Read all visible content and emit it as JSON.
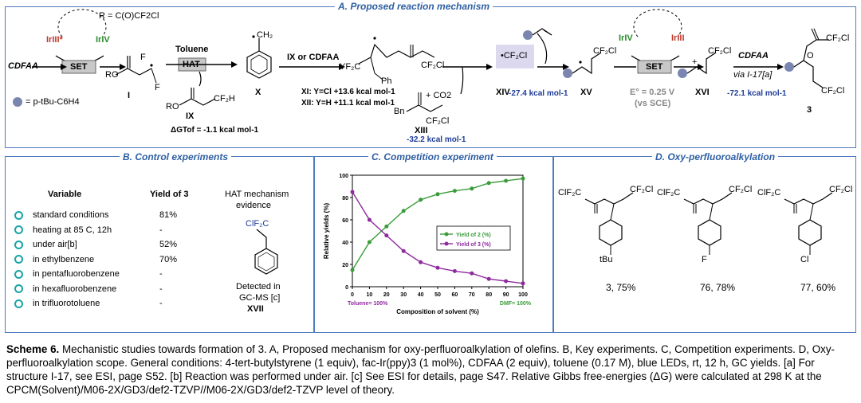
{
  "panelA": {
    "title": "A. Proposed reaction mechanism",
    "r_def": "R = C(O)CF2Cl",
    "cdfaa": "CDFAA",
    "ir3star": "IrIII*",
    "ir4": "IrIV",
    "set": "SET",
    "legend": "= p-tBu-C6H4",
    "label_I": "I",
    "toluene": "Toluene",
    "hat": "HAT",
    "label_IX": "IX",
    "label_X": "X",
    "dg": "ΔGTof = -1.1 kcal mol-1",
    "ix_or": "IX or CDFAA",
    "xi": "XI: Y=Cl +13.6 kcal mol-1",
    "xii": "XII: Y=H +11.1 kcal mol-1",
    "co2": "+ CO2",
    "label_XIII": "XIII",
    "xiii_e": "-32.2 kcal mol-1",
    "label_XIV": "XIV",
    "xiv_e": "-27.4 kcal mol-1",
    "label_XV": "XV",
    "ir4b": "IrIV",
    "ir3b": "IrIII",
    "set2": "SET",
    "e0": "E° = 0.25 V",
    "vs": "(vs SCE)",
    "label_XVI": "XVI",
    "cdfaa2": "CDFAA",
    "via": "via I-17[a]",
    "xvi_e": "-72.1 kcal mol-1",
    "label_3": "3"
  },
  "panelB": {
    "title": "B. Control experiments",
    "h_variable": "Variable",
    "h_yield": "Yield of 3",
    "rows": [
      {
        "label": "standard conditions",
        "yield": "81%"
      },
      {
        "label": "heating at 85 C, 12h",
        "yield": "-"
      },
      {
        "label": "under air[b]",
        "yield": "52%"
      },
      {
        "label": "in ethylbenzene",
        "yield": "70%"
      },
      {
        "label": "in pentafluorobenzene",
        "yield": "-"
      },
      {
        "label": "in hexafluorobenzene",
        "yield": "-"
      },
      {
        "label": "in trifluorotoluene",
        "yield": "-"
      }
    ],
    "hat1": "HAT mechanism",
    "hat2": "evidence",
    "detected1": "Detected in",
    "detected2": "GC-MS [c]",
    "xvii": "XVII"
  },
  "panelC": {
    "title": "C. Competition experiment"
  },
  "chart_data": {
    "type": "line",
    "x": [
      0,
      10,
      20,
      30,
      40,
      50,
      60,
      70,
      80,
      90,
      100
    ],
    "series": [
      {
        "name": "Yield of 2 (%)",
        "color": "#3a9d3a",
        "values": [
          15,
          40,
          54,
          68,
          78,
          83,
          86,
          88,
          93,
          95,
          97
        ]
      },
      {
        "name": "Yield of 3 (%)",
        "color": "#8e2a9e",
        "values": [
          85,
          60,
          46,
          32,
          22,
          17,
          14,
          12,
          7,
          5,
          3
        ]
      }
    ],
    "xlabel": "Composition of solvent (%)",
    "ylabel": "Relative yields (%)",
    "xlim": [
      0,
      100
    ],
    "ylim": [
      0,
      100
    ],
    "xticks": [
      "0",
      "10",
      "20",
      "30",
      "40",
      "50",
      "60",
      "70",
      "80",
      "90",
      "100"
    ],
    "yticks": [
      "0",
      "20",
      "40",
      "60",
      "80",
      "100"
    ],
    "left_note": "Toluene= 100%",
    "right_note": "DMF= 100%",
    "legend_position": "center-right",
    "grid": false
  },
  "panelD": {
    "title": "D. Oxy-perfluoroalkylation",
    "c1": "3, 75%",
    "c2": "76, 78%",
    "c3": "77, 60%",
    "sub1": "tBu",
    "sub2": "F",
    "sub3": "Cl"
  },
  "caption": {
    "scheme": "Scheme 6.",
    "text": "Mechanistic studies towards formation of 3. A, Proposed mechanism for oxy-perfluoroalkylation of olefins. B, Key experiments. C, Competition experiments. D, Oxy-perfluoroalkylation scope. General conditions: 4-tert-butylstyrene (1 equiv), fac-Ir(ppy)3 (1 mol%), CDFAA (2 equiv), toluene (0.17 M), blue LEDs, rt, 12 h, GC yields. [a] For structure I-17, see ESI, page S52. [b] Reaction was performed under air. [c] See ESI for details, page S47. Relative Gibbs free-energies (ΔG) were calculated at 298 K at the CPCM(Solvent)/M06-2X/GD3/def2-TZVP//M06-2X/GD3/def2-TZVP level of theory."
  },
  "colors": {
    "frame": "#4f7cc0",
    "title": "#2e5fa3",
    "energy_red": "#c0392b",
    "energy_blue": "#1f3d99",
    "ir_red": "#c0392b",
    "ir_green": "#2a8a2a"
  }
}
